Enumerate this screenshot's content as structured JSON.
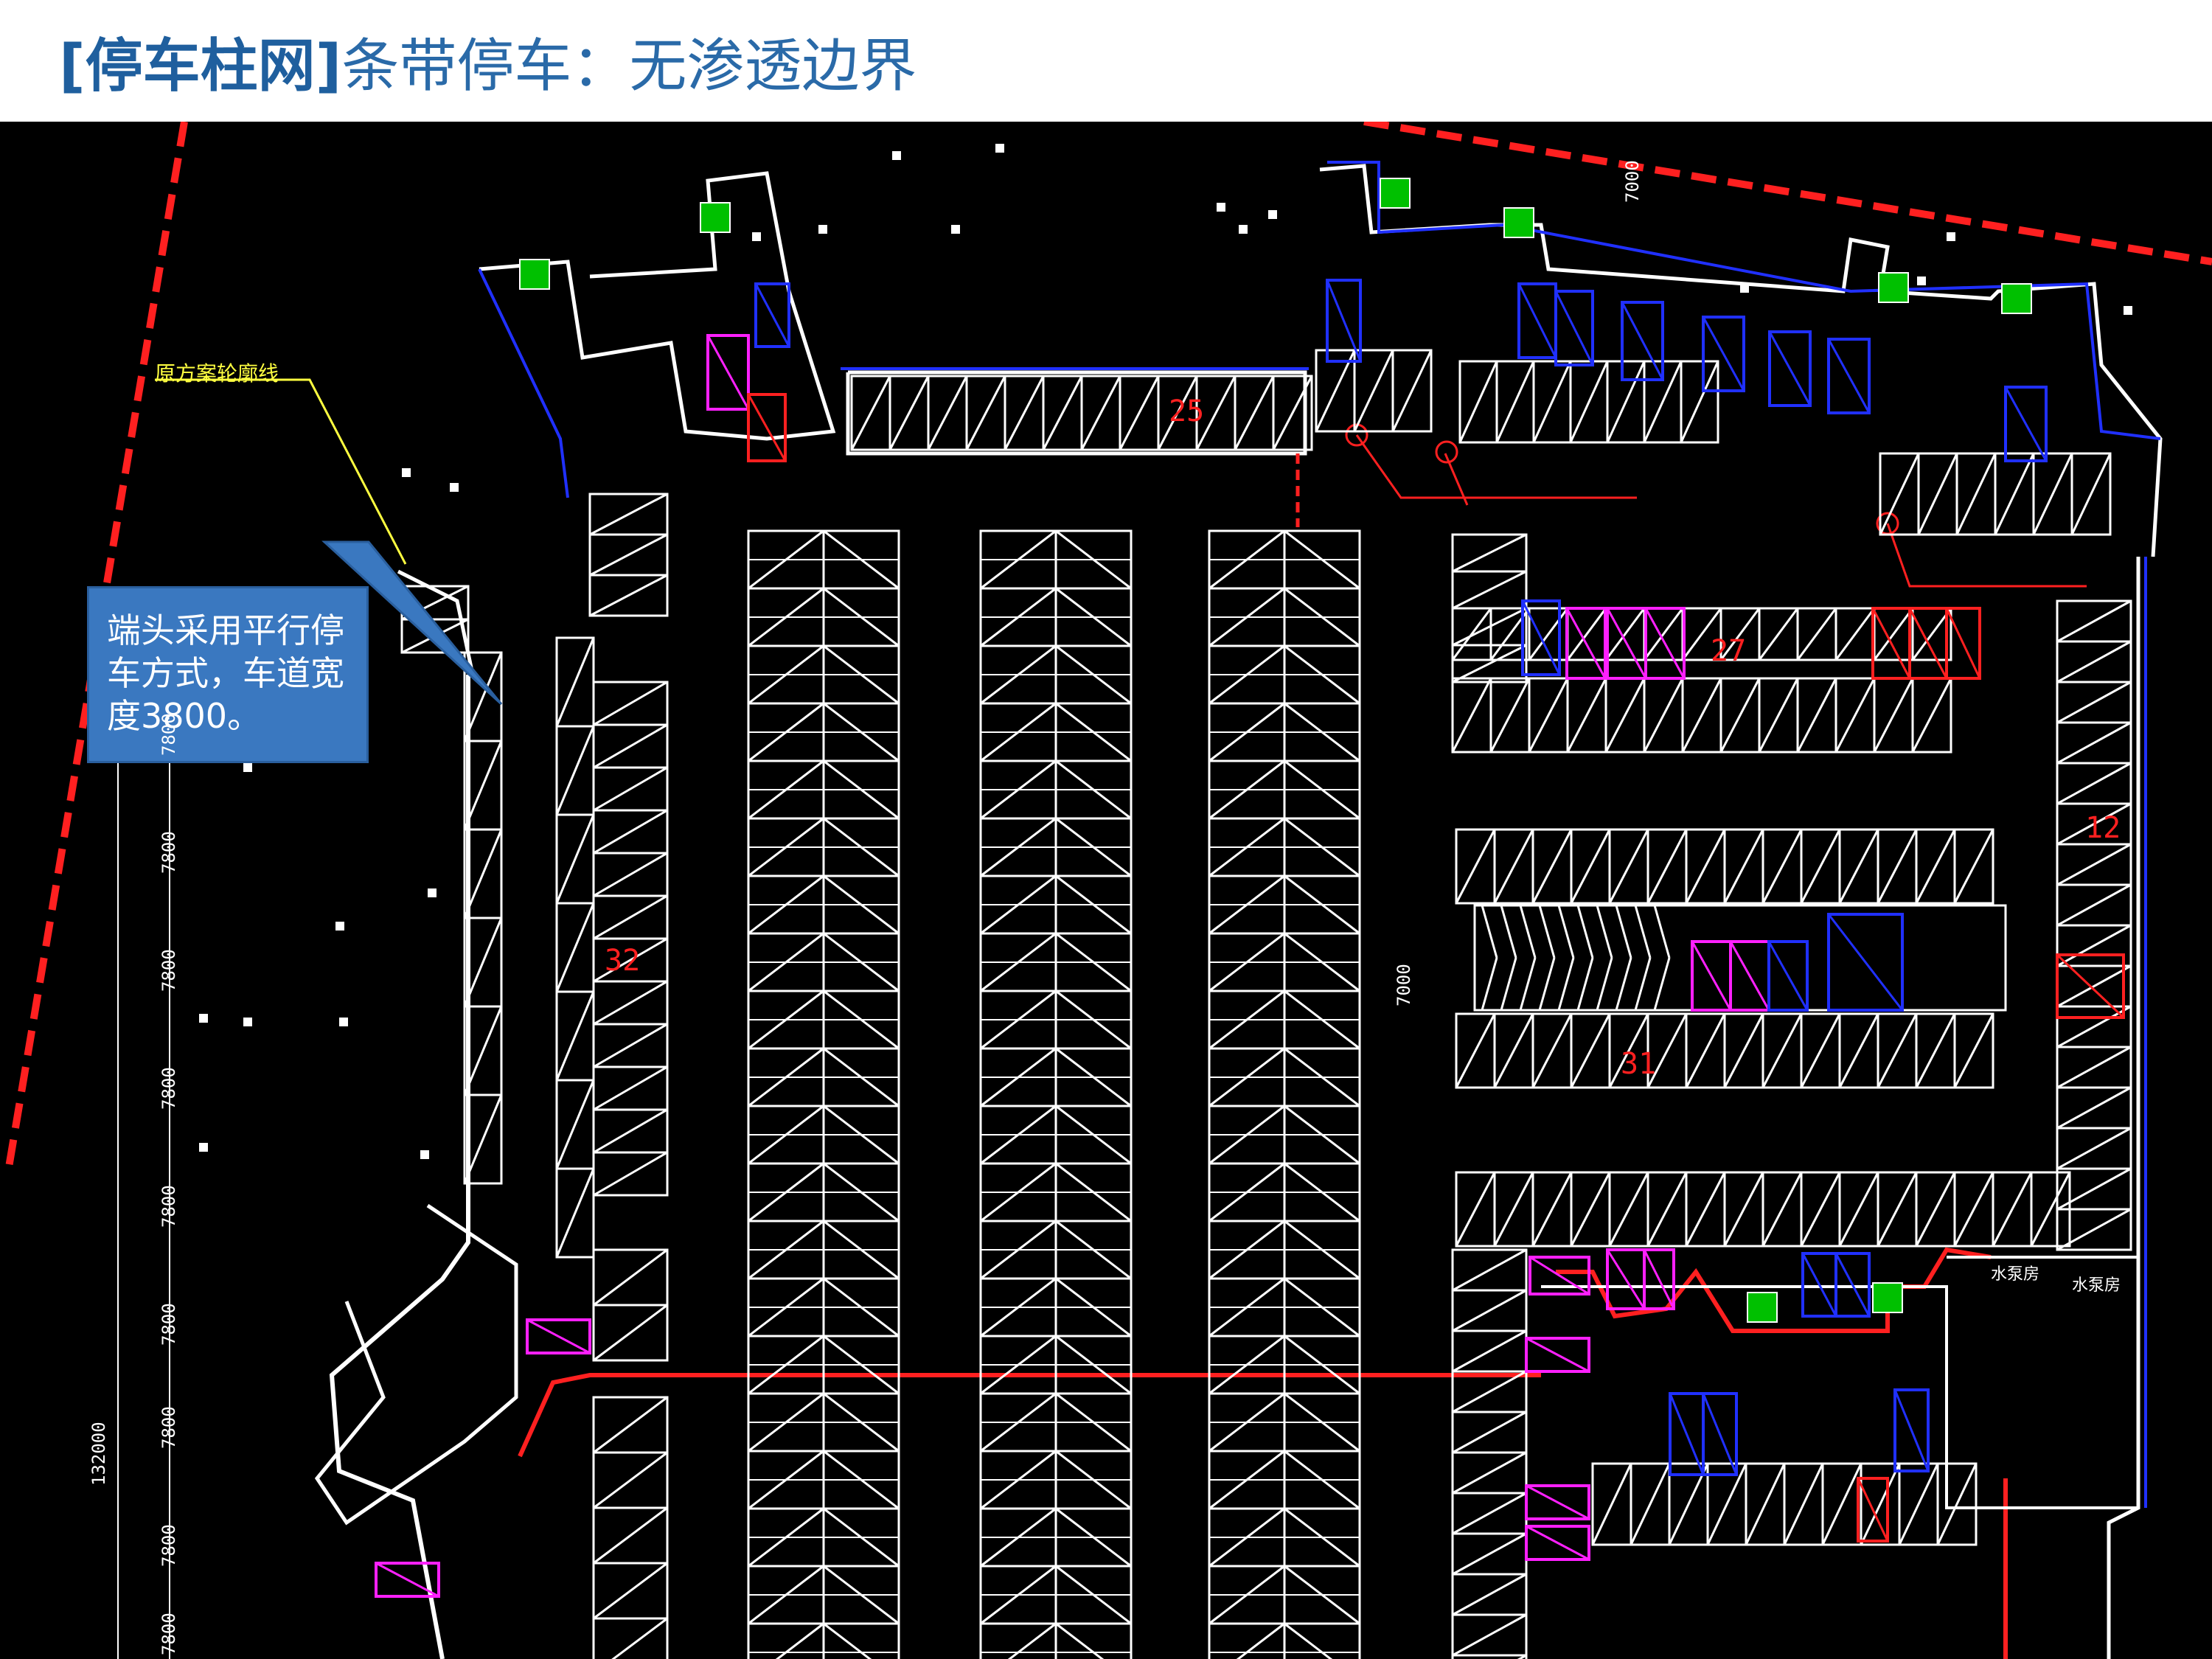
{
  "title": {
    "bracket_part": "[停车柱网]",
    "rest_part": "条带停车：无渗透边界"
  },
  "callout": {
    "text": "端头采用平行停车方式，车道宽度3800。"
  },
  "drawing": {
    "boundary_label": "原方案轮廓线",
    "zone_numbers": [
      "25",
      "27",
      "12",
      "31",
      "32"
    ],
    "dimension_7000": "7000",
    "dimension_top": "7000",
    "left_dimensions": [
      "7800",
      "7800",
      "7800",
      "7800",
      "7800",
      "7800",
      "7800",
      "7800",
      "7800"
    ],
    "total_dimension": "132000",
    "room_labels": [
      "水泵房",
      "水泵房"
    ],
    "colors": {
      "background": "#000000",
      "lines": "#ffffff",
      "red": "#ff2020",
      "blue": "#2030ff",
      "magenta": "#ff20ff",
      "green": "#00c000",
      "yellow": "#ffff40",
      "callout": "#3a78c0"
    }
  }
}
